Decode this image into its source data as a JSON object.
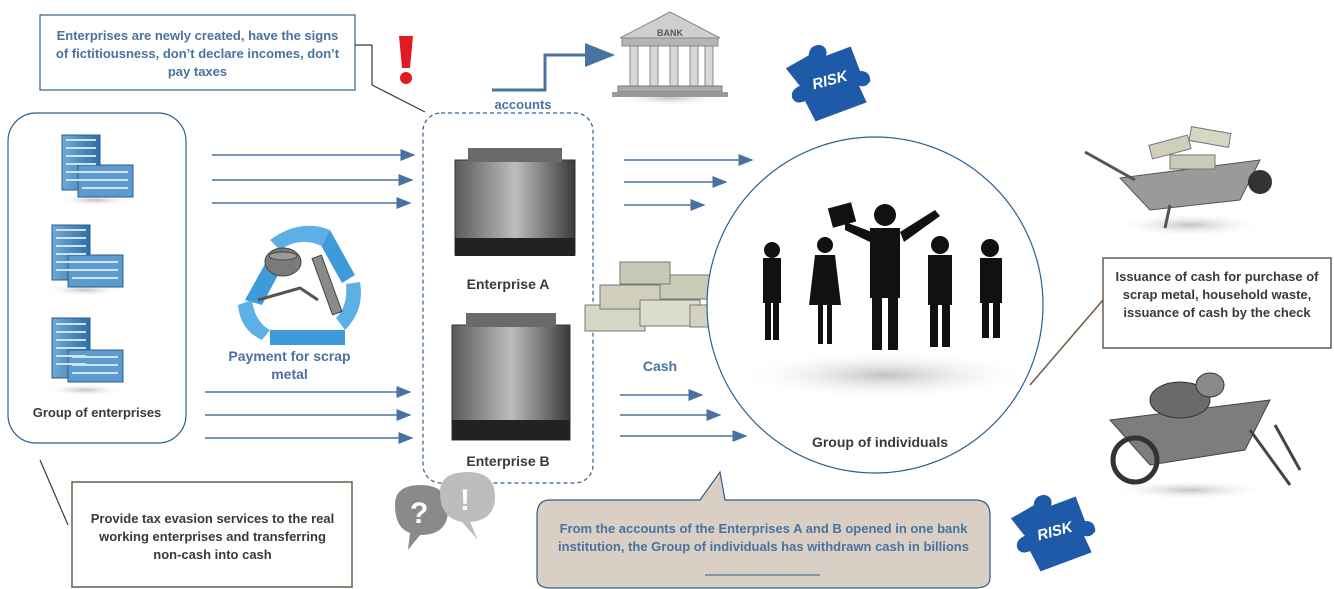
{
  "callouts": {
    "fictitious_note": "Enterprises are newly created, have the signs of fictitiousness, don’t declare incomes, don’t pay taxes",
    "tax_evasion_note": "Provide tax evasion services to the real working enterprises and transferring non-cash into cash",
    "withdrawal_note": "From the accounts of the Enterprises A and B opened in one bank institution, the Group of individuals has withdrawn cash in billions",
    "issuance_note": "Issuance of cash for purchase of scrap metal, household waste, issuance of cash by the check"
  },
  "labels": {
    "accounts": "accounts",
    "group_enterprises": "Group of enterprises",
    "enterprise_a": "Enterprise A",
    "enterprise_b": "Enterprise B",
    "payment": "Payment for scrap metal",
    "cash": "Cash",
    "group_individuals": "Group of individuals",
    "bank_sign": "BANK",
    "risk": "RISK",
    "exclaim": "!"
  },
  "colors": {
    "arrow": "#4a72a0",
    "frame_blue": "#2e5f8e",
    "frame_brown": "#6b5a4a",
    "callout_fill": "#d9cfc5",
    "puzzle": "#1f5aa8",
    "recycle": "#3f9ad9",
    "alert": "#e21a22"
  }
}
